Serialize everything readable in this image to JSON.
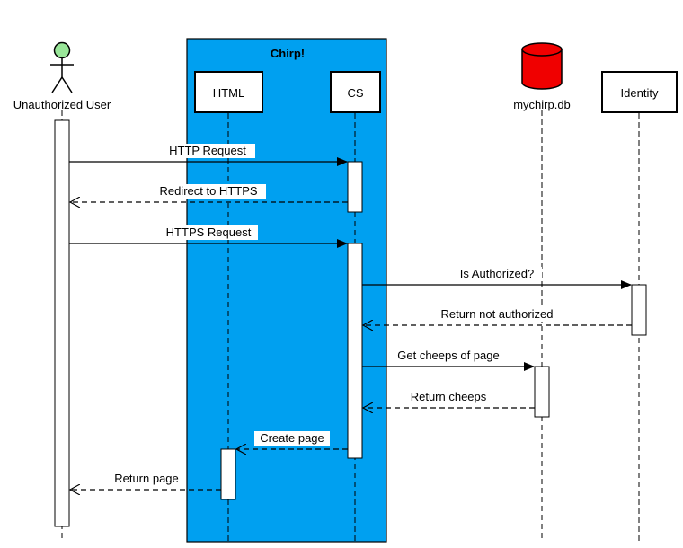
{
  "diagram": {
    "group": {
      "label": "Chirp!",
      "fill": "#00A0F0"
    },
    "actor": {
      "label": "Unauthorized User",
      "head_fill": "#99E699"
    },
    "participants": {
      "html": "HTML",
      "cs": "CS",
      "db": "mychirp.db",
      "identity": "Identity"
    },
    "db_fill": "#F00000",
    "messages": {
      "http_request": "HTTP Request",
      "redirect": "Redirect to HTTPS",
      "https_request": "HTTPS Request",
      "is_authorized": "Is Authorized?",
      "not_authorized": "Return not authorized",
      "get_cheeps": "Get cheeps of page",
      "return_cheeps": "Return cheeps",
      "create_page": "Create page",
      "return_page": "Return page"
    }
  }
}
